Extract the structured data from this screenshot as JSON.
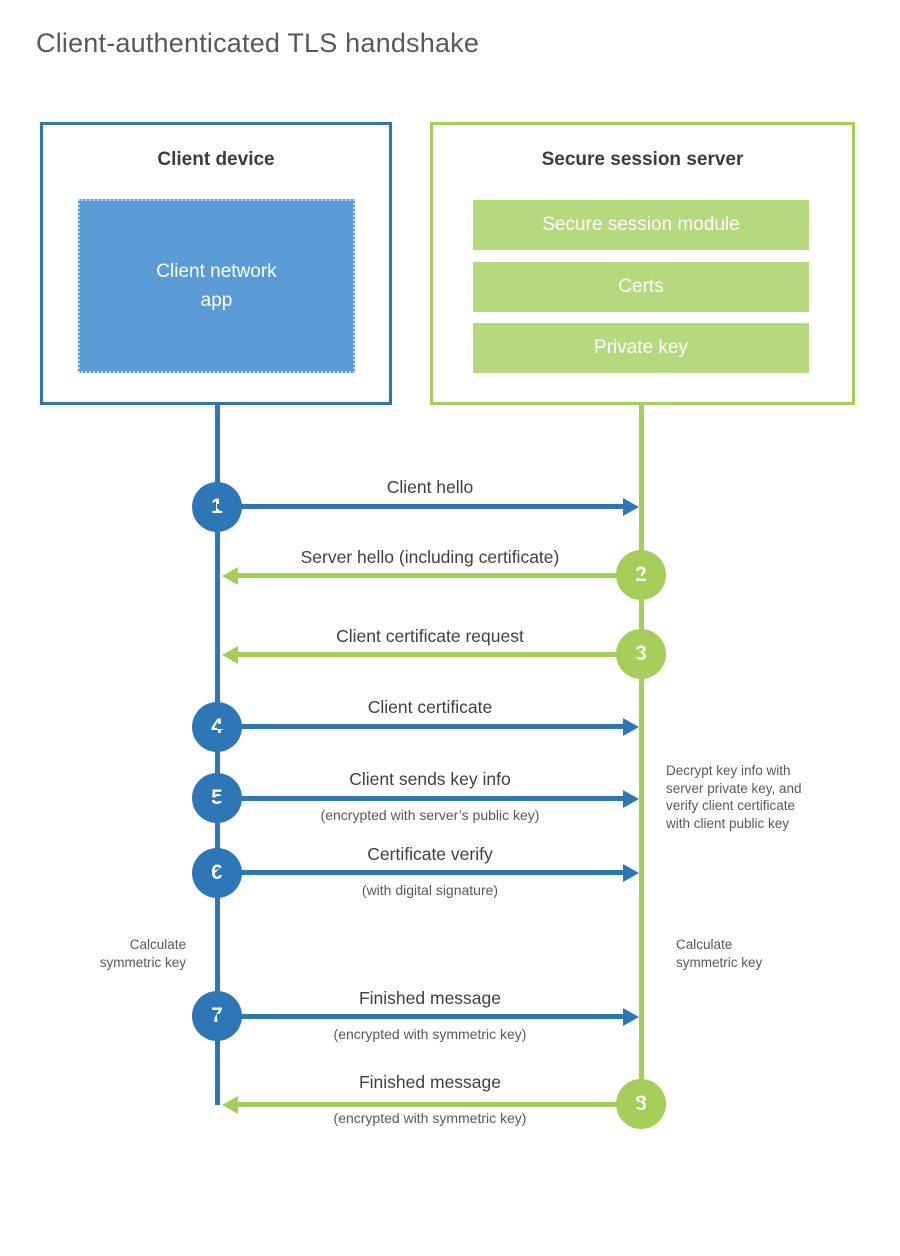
{
  "title": "Client-authenticated TLS handshake",
  "client": {
    "title": "Client device",
    "app_label": "Client network\napp"
  },
  "server": {
    "title": "Secure session server",
    "modules": [
      "Secure session module",
      "Certs",
      "Private key"
    ]
  },
  "steps": [
    {
      "num": "1",
      "label": "Client hello",
      "direction": "right",
      "color": "blue"
    },
    {
      "num": "2",
      "label": "Server hello (including certificate)",
      "direction": "left",
      "color": "green"
    },
    {
      "num": "3",
      "label": "Client certificate request",
      "direction": "left",
      "color": "green"
    },
    {
      "num": "4",
      "label": "Client certificate",
      "direction": "right",
      "color": "blue"
    },
    {
      "num": "5",
      "label": "Client sends key info",
      "sublabel": "(encrypted with server’s public key)",
      "direction": "right",
      "color": "blue"
    },
    {
      "num": "6",
      "label": "Certificate verify",
      "sublabel": "(with digital signature)",
      "direction": "right",
      "color": "blue"
    },
    {
      "num": "7",
      "label": "Finished message",
      "sublabel": "(encrypted with symmetric key)",
      "direction": "right",
      "color": "blue"
    },
    {
      "num": "8",
      "label": "Finished message",
      "sublabel": "(encrypted with symmetric key)",
      "direction": "left",
      "color": "green"
    }
  ],
  "notes": {
    "decrypt_note": "Decrypt key info with\nserver private key, and\nverify client certificate\nwith client public key",
    "calc_left": "Calculate\nsymmetric key",
    "calc_right": "Calculate\nsymmetric key"
  },
  "colors": {
    "blue": "#2e77b6",
    "blue_fill": "#5b9bd5",
    "green": "#a4ce58",
    "green_light": "#b5da7e",
    "heading_text": "#3d3d3d",
    "body_text": "#595959"
  }
}
